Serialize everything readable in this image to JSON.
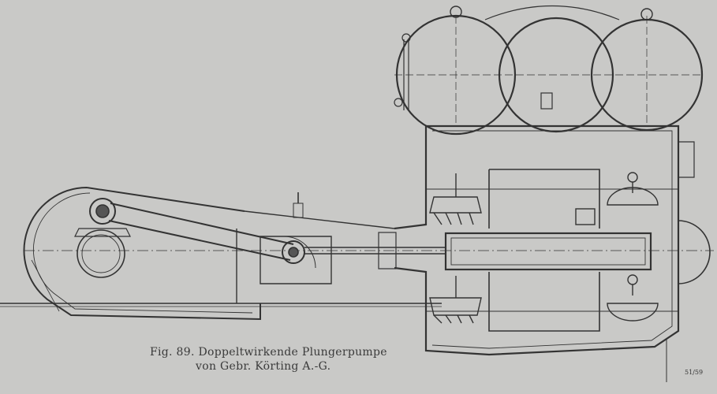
{
  "figure": {
    "caption_line1": "Fig. 89.  Doppeltwirkende Plungerpumpe",
    "caption_line2": "von Gebr. Körting A.-G.",
    "corner_mark": "51/59"
  },
  "colors": {
    "paper": "#c9c9c7",
    "ink": "#333333"
  }
}
